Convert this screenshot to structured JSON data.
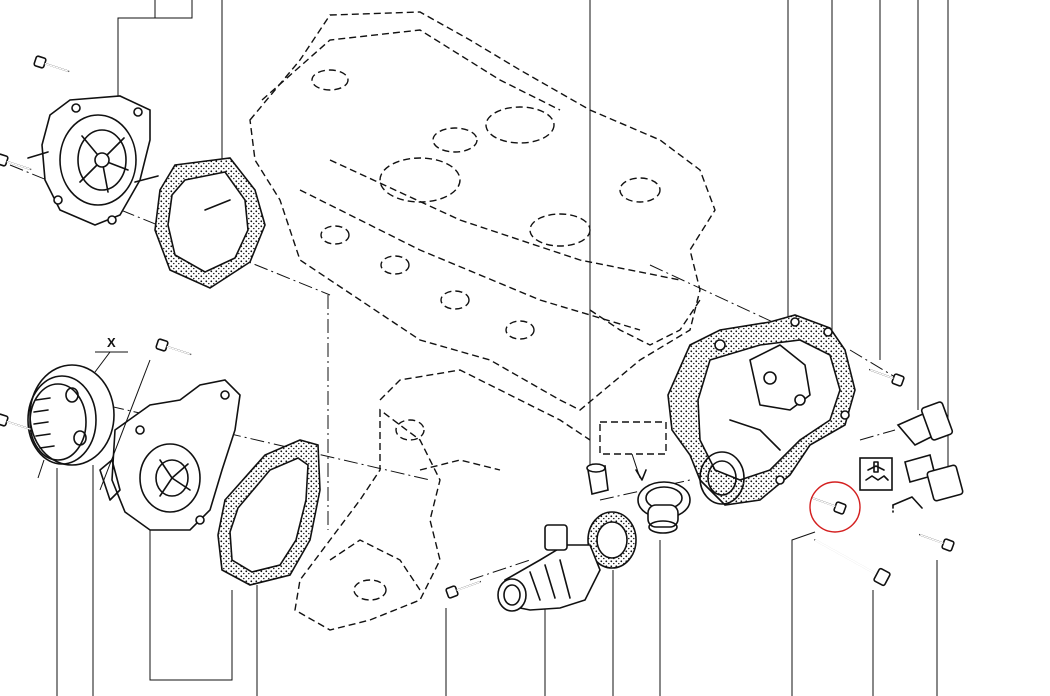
{
  "diagram": {
    "callout_label": "X",
    "highlight_color": "#d42020",
    "ink_color": "#111111",
    "parts": [
      {
        "name": "water-pump-upper"
      },
      {
        "name": "pump-gasket-upper"
      },
      {
        "name": "water-pump-lower"
      },
      {
        "name": "pump-pulley"
      },
      {
        "name": "pump-gasket-lower"
      },
      {
        "name": "engine-block-ghost"
      },
      {
        "name": "thermostat-housing"
      },
      {
        "name": "thermostat"
      },
      {
        "name": "seal-ring"
      },
      {
        "name": "outlet-pipe"
      },
      {
        "name": "temperature-sensor"
      },
      {
        "name": "coolant-switch"
      },
      {
        "name": "bolts"
      }
    ]
  }
}
